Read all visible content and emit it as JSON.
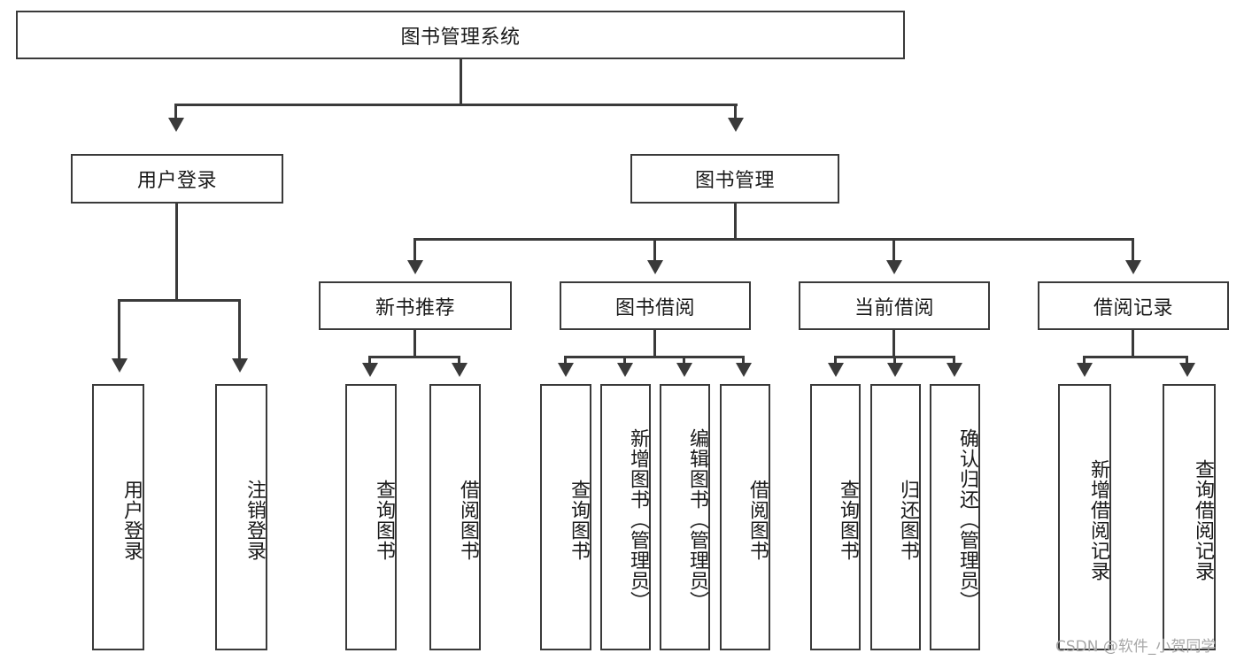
{
  "diagram": {
    "type": "tree-hierarchy-functional-decomposition",
    "root": {
      "label": "图书管理系统"
    },
    "level2": [
      {
        "label": "用户登录"
      },
      {
        "label": "图书管理"
      }
    ],
    "level3": [
      {
        "label": "新书推荐"
      },
      {
        "label": "图书借阅"
      },
      {
        "label": "当前借阅"
      },
      {
        "label": "借阅记录"
      }
    ],
    "leaves": {
      "user_login": [
        {
          "label": "用户登录"
        },
        {
          "label": "注销登录"
        }
      ],
      "new_book_recommend": [
        {
          "label": "查询图书"
        },
        {
          "label": "借阅图书"
        }
      ],
      "book_borrow": [
        {
          "label": "查询图书"
        },
        {
          "label": "新增图书（管理员）"
        },
        {
          "label": "编辑图书（管理员）"
        },
        {
          "label": "借阅图书"
        }
      ],
      "current_borrow": [
        {
          "label": "查询图书"
        },
        {
          "label": "归还图书"
        },
        {
          "label": "确认归还（管理员）"
        }
      ],
      "borrow_record": [
        {
          "label": "新增借阅记录"
        },
        {
          "label": "查询借阅记录"
        }
      ]
    }
  },
  "watermark": {
    "text": "CSDN @软件_小贺同学"
  },
  "colors": {
    "stroke": "#3a3a3a",
    "background": "#ffffff",
    "text": "#1a1a1a",
    "watermark": "#a8a8a8"
  }
}
